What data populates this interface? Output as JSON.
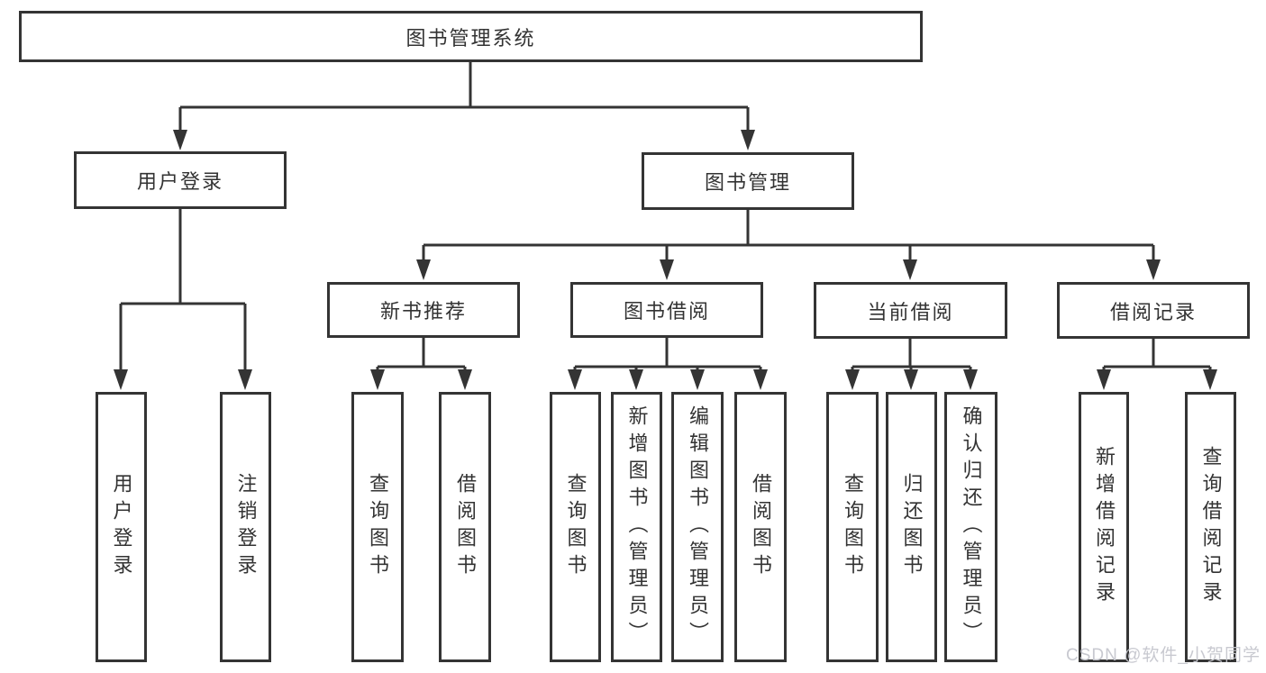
{
  "nodes": {
    "root": "图书管理系统",
    "level1": [
      "用户登录",
      "图书管理"
    ],
    "level2": [
      "新书推荐",
      "图书借阅",
      "当前借阅",
      "借阅记录"
    ],
    "leaves": {
      "login": [
        "用户登录",
        "注销登录"
      ],
      "recommend": [
        "查询图书",
        "借阅图书"
      ],
      "borrow": [
        "查询图书",
        "新增图书（管理员）",
        "编辑图书（管理员）",
        "借阅图书"
      ],
      "current": [
        "查询图书",
        "归还图书",
        "确认归还（管理员）"
      ],
      "records": [
        "新增借阅记录",
        "查询借阅记录"
      ]
    }
  },
  "watermark": "CSDN @软件_小贺同学",
  "colors": {
    "line": "#343434",
    "box_border": "#343434",
    "text": "#333333",
    "background": "#ffffff",
    "watermark": "#c5c6cb"
  }
}
